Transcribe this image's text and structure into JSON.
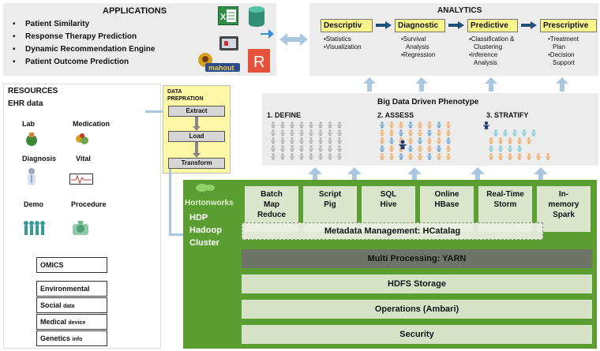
{
  "applications": {
    "title": "APPLICATIONS",
    "items": [
      "Patient Similarity",
      "Response Therapy Prediction",
      "Dynamic Recommendation Engine",
      "Patient Outcome Prediction"
    ],
    "logos": [
      {
        "icon": "excel-logo-icon"
      },
      {
        "icon": "database-logo-icon"
      },
      {
        "icon": "tablet-logo-icon"
      },
      {
        "icon": "mahout-logo-icon",
        "label": "mahout"
      },
      {
        "icon": "r-logo-icon",
        "label": "R"
      }
    ]
  },
  "analytics": {
    "title": "ANALYTICS",
    "stages": [
      {
        "label": "Descriptiv",
        "items": [
          "•Statistics",
          "•Visualization"
        ]
      },
      {
        "label": "Diagnostic",
        "items": [
          "•Survival",
          "Analysis",
          "•Regression"
        ]
      },
      {
        "label": "Predictive",
        "items": [
          "•Classification &",
          "Clustering",
          "•Inference",
          "Analysis"
        ]
      },
      {
        "label": "Prescriptive",
        "items": [
          "•Treatment",
          "Plan",
          "•Decision",
          "Support"
        ]
      }
    ]
  },
  "resources": {
    "title": "RESOURCES",
    "ehr_title": "EHR data",
    "ehr_items": [
      {
        "label": "Lab",
        "icon": "lab-icon"
      },
      {
        "label": "Medication",
        "icon": "medication-icon"
      },
      {
        "label": "Diagnosis",
        "icon": "diagnosis-icon"
      },
      {
        "label": "Vital",
        "icon": "vital-icon"
      },
      {
        "label": "Demo",
        "icon": "demo-icon"
      },
      {
        "label": "Procedure",
        "icon": "procedure-icon"
      }
    ],
    "omics": "OMICS",
    "other": [
      {
        "main": "Environmental",
        "small": ""
      },
      {
        "main": "Social ",
        "small": "data"
      },
      {
        "main": "Medical ",
        "small": "device"
      },
      {
        "main": "Genetics ",
        "small": "info"
      }
    ]
  },
  "data_prep": {
    "title_line1": "DATA",
    "title_line2": "PREPRATION",
    "steps": [
      "Extract",
      "Load",
      "Transform"
    ]
  },
  "phenotype": {
    "title": "Big Data Driven Phenotype",
    "steps": [
      "1. DEFINE",
      "2. ASSESS",
      "3. STRATIFY"
    ]
  },
  "hadoop": {
    "brand": "Hortonworks",
    "label_lines": [
      "HDP",
      "Hadoop",
      "Cluster"
    ],
    "tools": [
      {
        "line1": "Batch",
        "line2": "Map",
        "line3": "Reduce"
      },
      {
        "line1": "Script",
        "line2": "Pig",
        "line3": ""
      },
      {
        "line1": "SQL",
        "line2": "Hive",
        "line3": ""
      },
      {
        "line1": "Online",
        "line2": "HBase",
        "line3": ""
      },
      {
        "line1": "Real-Time",
        "line2": "Storm",
        "line3": ""
      },
      {
        "line1": "In-",
        "line2": "memory",
        "line3": "Spark"
      }
    ],
    "metadata": "Metadata Management: HCatalag",
    "layers": [
      "Multi Processing: YARN",
      "HDFS Storage",
      "Operations (Ambari)",
      "Security"
    ]
  },
  "colors": {
    "hadoop_green": "#5a9e32",
    "layer_green": "#d5e2c6",
    "yarn_grey": "#6e7568",
    "analytics_yellow": "#fbf68a",
    "arrow_blue": "#a9c8e0",
    "arrow_dark": "#1f4e79",
    "person_blue": "#7aaed4",
    "person_orange": "#f0b37a",
    "person_teal": "#8fd0d8",
    "person_navy": "#1f3c6e"
  }
}
